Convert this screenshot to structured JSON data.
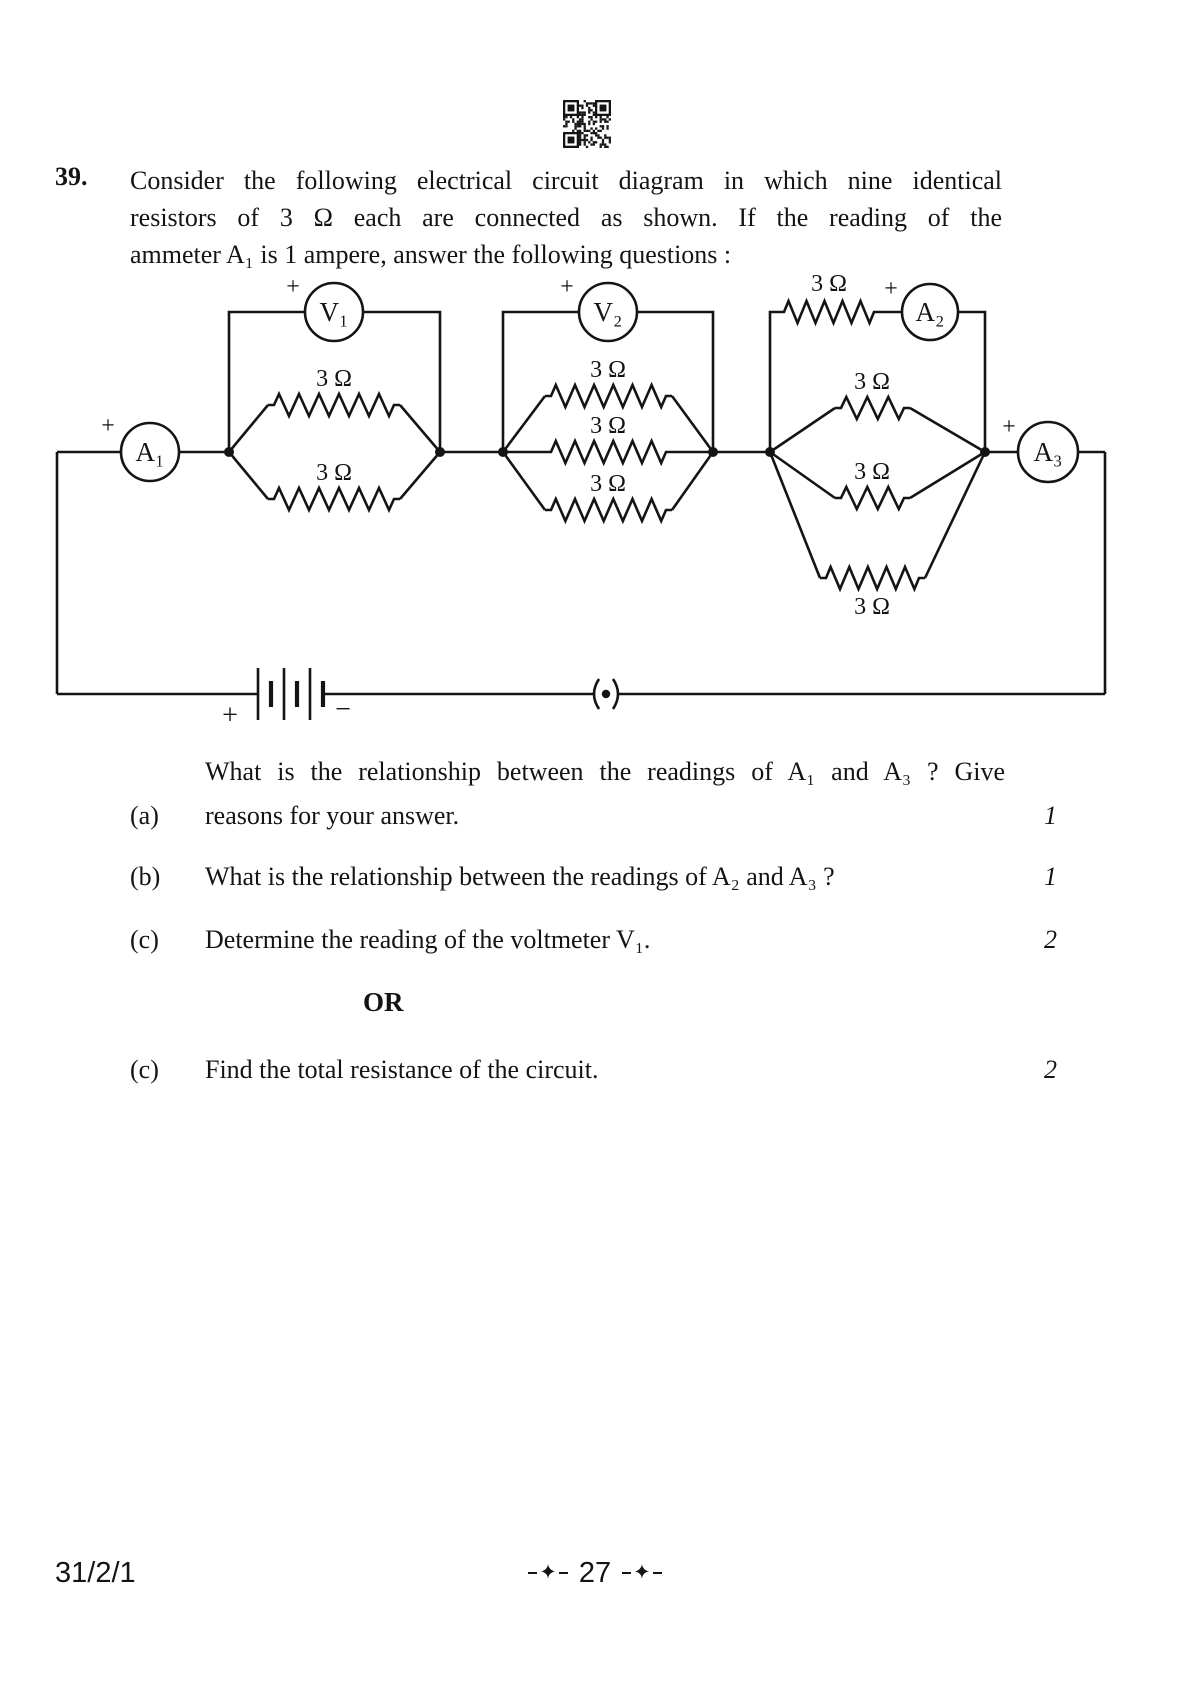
{
  "question": {
    "number": "39.",
    "heading_lines": [
      "Consider the following electrical circuit diagram in which nine identical",
      "resistors of 3 Ω each are connected as shown. If the reading of the",
      "ammeter A₁ is 1 ampere, answer the following questions :"
    ],
    "parts": [
      {
        "label": "(a)",
        "lines": [
          "What is the relationship between the readings of A₁ and A₃ ? Give",
          "reasons for your answer."
        ],
        "marks": "1"
      },
      {
        "label": "(b)",
        "lines": [
          "What is the relationship between the readings of A₂ and A₃ ?"
        ],
        "marks": "1"
      },
      {
        "label": "(c)",
        "lines": [
          "Determine the reading of the voltmeter V₁."
        ],
        "marks": "2"
      }
    ],
    "or_separator": "OR",
    "alternative_part": {
      "label": "(c)",
      "lines": [
        "Find the total resistance of the circuit."
      ],
      "marks": "2"
    }
  },
  "circuit": {
    "meters": [
      {
        "id": "A1",
        "label": "A₁",
        "polarity": "+"
      },
      {
        "id": "V1",
        "label": "V₁",
        "polarity": "+"
      },
      {
        "id": "V2",
        "label": "V₂",
        "polarity": "+"
      },
      {
        "id": "A2",
        "label": "A₂",
        "polarity": "+"
      },
      {
        "id": "A3",
        "label": "A₃",
        "polarity": "+"
      }
    ],
    "resistors": [
      {
        "label": "3 Ω"
      },
      {
        "label": "3 Ω"
      },
      {
        "label": "3 Ω"
      },
      {
        "label": "3 Ω"
      },
      {
        "label": "3 Ω"
      },
      {
        "label": "3 Ω"
      },
      {
        "label": "3 Ω"
      },
      {
        "label": "3 Ω"
      },
      {
        "label": "3 Ω"
      }
    ],
    "battery": {
      "positive": "+",
      "negative": "−"
    }
  },
  "footer": {
    "paper_code": "31/2/1",
    "page_number": "27",
    "ornament": "✦"
  }
}
